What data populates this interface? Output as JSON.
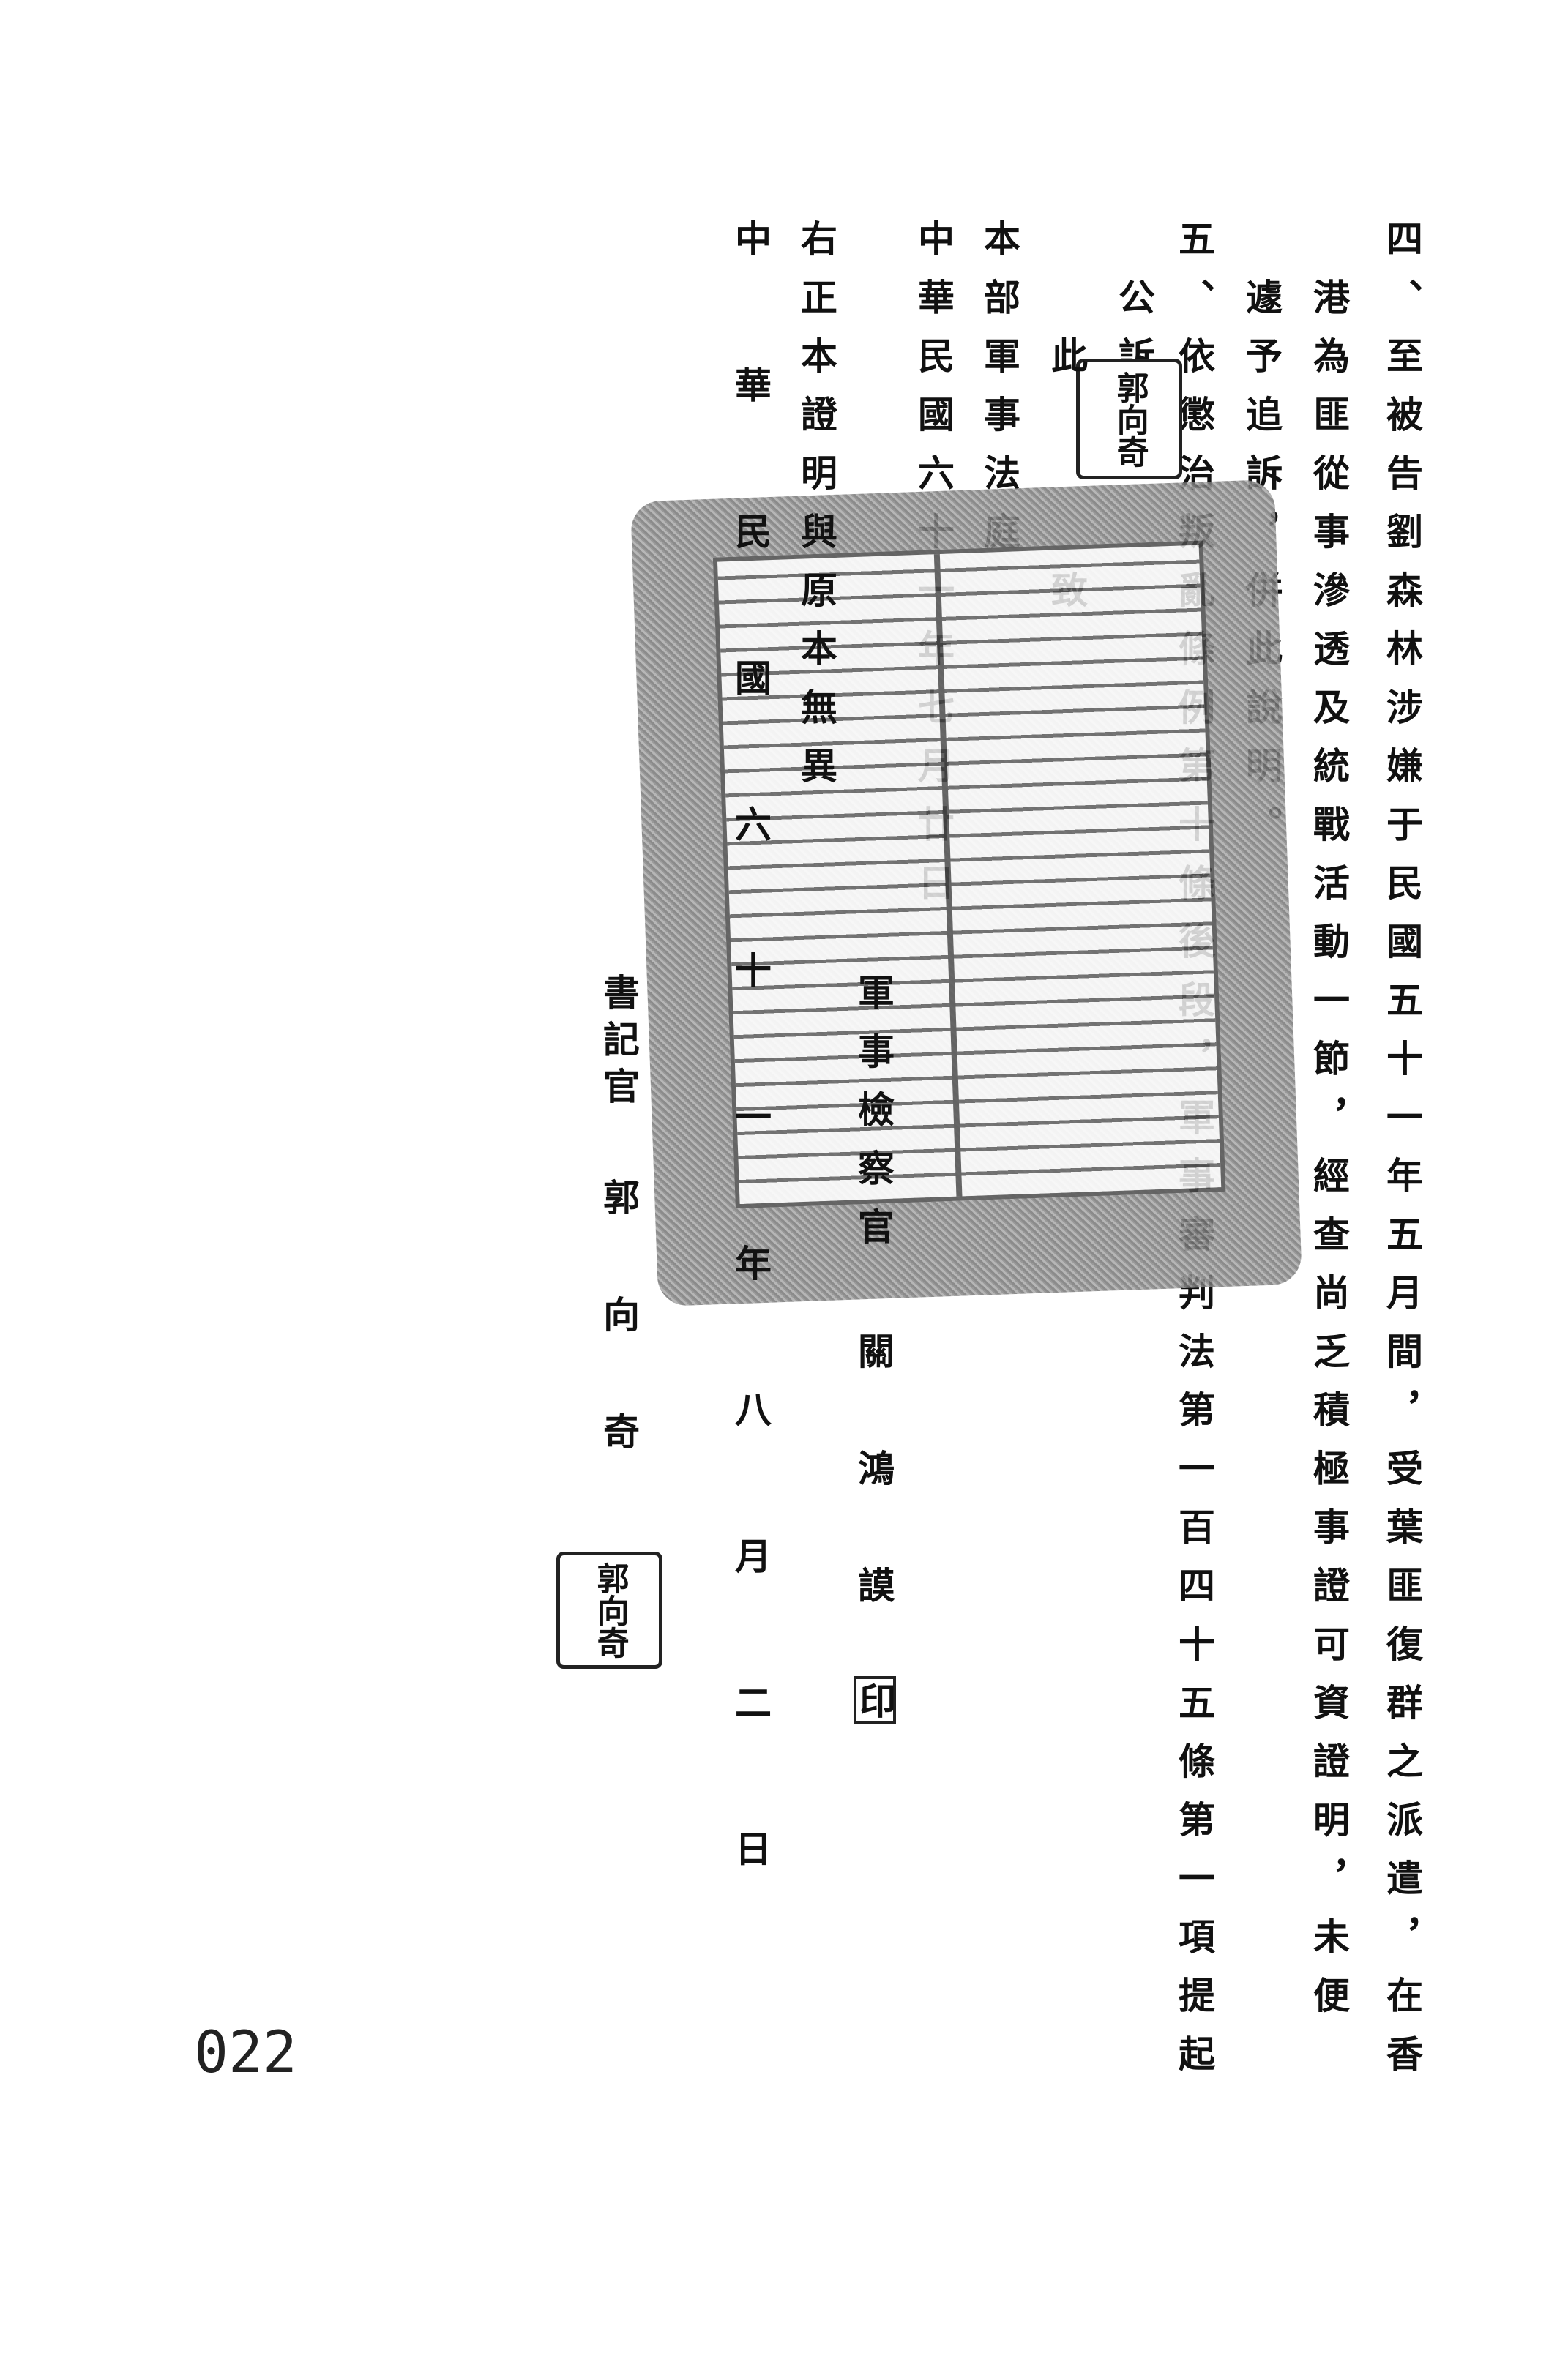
{
  "document": {
    "paragraph_4": {
      "line1": "四、至被告劉森林涉嫌于民國五十一年五月間，受葉匪復群之派遣，在香",
      "line2": "港為匪從事滲透及統戰活動一節，經查尚乏積極事證可資證明，未便",
      "line3": "遽予追訴，併此說明。"
    },
    "paragraph_5": {
      "line1": "五、依懲治叛亂條例第十條後段，軍事審判法第一百四十五條第一項提起",
      "line2": "公訴"
    },
    "closing": "此　致",
    "recipient": "本部軍事法庭",
    "issue_date": "中華民國六十一年七月廿日",
    "prosecutor_title": "軍事檢察官",
    "prosecutor_name": "關鴻謨",
    "prosecutor_seal": "印",
    "certification": "右正本證明與原本無異",
    "certification_date": "中華民國六十一年八月二日",
    "clerk_title": "書記官",
    "clerk_name": "郭向奇",
    "clerk_seal_text": "郭向奇",
    "page_number": "022"
  }
}
